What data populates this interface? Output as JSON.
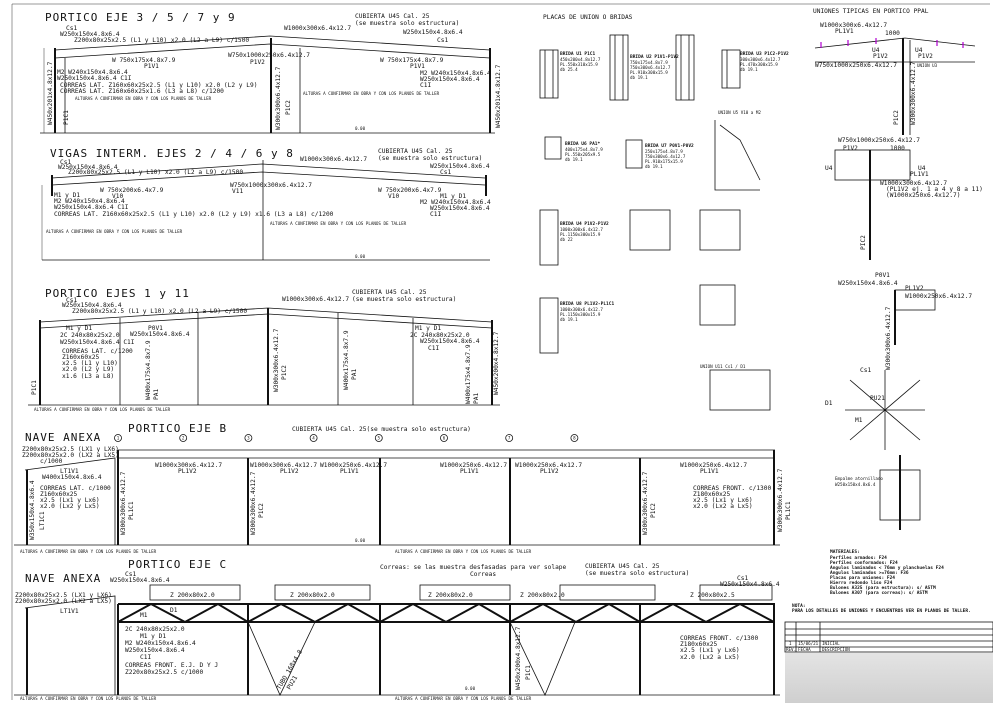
{
  "sheet": {
    "portico_3579": {
      "title": "PORTICO EJE 3 / 5 / 7 y 9",
      "cubierta": "CUBIERTA U45 Cal. 25",
      "cubierta_note": "(se muestra solo estructura)",
      "labels": [
        "Cs1",
        "W250x150x4.8x6.4",
        "Z200x80x25x2.5 (L1 y L10) x2.0 (L2 a L9) c/1500",
        "W1000x300x6.4x12.7",
        "W 750x175x4.8x7.9",
        "P1V1",
        "W750x1000x250x6.4x12.7",
        "P1V2",
        "W 750x175x4.8x7.9",
        "P1V1",
        "W250x150x4.8x6.4",
        "Cs1",
        "M2 W240x150x4.8x6.4",
        "W250x150x4.8x6.4 C1I",
        "CORREAS LAT. Z160x60x25x2.5 (L1 y L10) x2.0 (L2 y L9)",
        "CORREAS LAT. Z160x60x25x1.6 (L3 a L8) c/1200",
        "M2 W240x150x4.8x6.4",
        "W250x150x4.8x6.4",
        "C1I",
        "W450x201x4.8x12.7",
        "P1C1",
        "W300x300x6.4x12.7",
        "P1C2",
        "W450x201x4.8x12.7"
      ],
      "note": "ALTURAS A CONFIRMAR EN OBRA Y CON LOS PLANOS DE TALLER",
      "level": "0.00"
    },
    "vigas_interm": {
      "title": "VIGAS INTERM. EJES 2 / 4 / 6 y 8",
      "cubierta": "CUBIERTA U45 Cal. 25",
      "cubierta_note": "(se muestra solo estructura)",
      "labels": [
        "Cs1",
        "W250x150x4.8x6.4",
        "Z200x80x25x2.5 (L1 y L10) x2.0 (L2 a L9) c/1500",
        "W1000x300x6.4x12.7",
        "W 750x200x6.4x7.9",
        "V10",
        "W750x1000x300x6.4x12.7",
        "V11",
        "W 750x200x6.4x7.9",
        "V10",
        "M1 y D1",
        "M2 W240x150x4.8x6.4",
        "W250x150x4.8x6.4 C1I",
        "CORREAS LAT. Z160x60x25x2.5 (L1 y L10) x2.0 (L2 y L9) x1.6 (L3 a L8) c/1200",
        "W250x150x4.8x6.4",
        "Cs1",
        "M1 y D1",
        "M2 W240x150x4.8x6.4",
        "W250x150x4.8x6.4",
        "C1I"
      ],
      "note": "ALTURAS A CONFIRMAR EN OBRA Y CON LOS PLANOS DE TALLER",
      "level": "0.00"
    },
    "portico_1_11": {
      "title": "PORTICO EJES 1 y 11",
      "cubierta": "CUBIERTA U45 Cal. 25",
      "cubierta_note": "(se muestra solo estructura)",
      "labels": [
        "Cs1",
        "W250x150x4.8x6.4",
        "Z200x80x25x2.5 (L1 y L10) x2.0 (L2 a L9) c/1500",
        "W1000x300x6.4x12.7",
        "M1 y D1",
        "2C 240x80x25x2.0",
        "W250x150x4.8x6.4 C1I",
        "CORREAS LAT. c/1200",
        "Z160x60x25",
        "x2.5 (L1 y L10)",
        "x2.0 (L2 y L9)",
        "x1.6 (L3 a L8)",
        "P0V1",
        "W250x150x4.8x6.4",
        "W400x175x4.8x7.9",
        "PA1",
        "W300x300x6.4x12.7",
        "P1C2",
        "W400x175x4.8x7.9",
        "PA1",
        "M1 y D1",
        "2C 240x80x25x2.0",
        "W250x150x4.8x6.4",
        "C1I",
        "W400x175x4.8x7.9",
        "PA1",
        "W450x200x4.8x12.7",
        "P1C1"
      ],
      "note": "ALTURAS A CONFIRMAR EN OBRA Y CON LOS PLANOS DE TALLER"
    },
    "portico_b": {
      "annex_title": "NAVE ANEXA",
      "title": "PORTICO EJE B",
      "cubierta": "CUBIERTA U45 Cal. 25(se muestra solo estructura)",
      "axes": [
        "1",
        "2",
        "3",
        "4",
        "5",
        "6",
        "7",
        "8"
      ],
      "labels": [
        "Z200x80x25x2.5 (LX1 y LX6)",
        "Z200x80x25x2.0 (LX2 a LX5)",
        "c/1000",
        "LT1V1",
        "W400x150x4.8x6.4",
        "CORREAS LAT. c/1000",
        "Z160x60x25",
        "x2.5 (Lx1 y Lx6)",
        "x2.0 (Lx2 y Lx5)",
        "W350x150x4.8x6.4",
        "LT1C1",
        "W1000x300x6.4x12.7",
        "PL1V2",
        "W1000x300x6.4x12.7",
        "PL1V2",
        "W1000x250x6.4x12.7",
        "PL1V1",
        "W1000x250x6.4x12.7",
        "PL1V1",
        "W1000x250x6.4x12.7",
        "PL1V2",
        "W1000x250x6.4x12.7",
        "PL1V1",
        "CORREAS FRONT. c/1300",
        "Z180x60x25",
        "x2.5 (Lx1 y Lx6)",
        "x2.0 (Lx2 a Lx5)",
        "W300x300x6.4x12.7",
        "PL1C1",
        "W300x300x6.4x12.7",
        "P1C2",
        "W300x300x6.4x12.7",
        "P1C2",
        "W300x300x6.4x12.7",
        "PL1C1"
      ],
      "note": "ALTURAS A CONFIRMAR EN OBRA Y CON LOS PLANOS DE TALLER",
      "level": "0.00"
    },
    "portico_c": {
      "annex_title": "NAVE ANEXA",
      "title": "PORTICO EJE C",
      "correas_note": "Correas: se las muestra desfasadas para ver solape",
      "correas": "Correas",
      "cubierta": "CUBIERTA U45 Cal. 25",
      "cubierta_note": "(se muestra solo estructura)",
      "labels": [
        "Cs1",
        "W250x150x4.8x6.4",
        "Z200x80x25x2.5 (LX1 y LX6)",
        "Z200x80x25x2.0 (LX2 a LX5)",
        "LT1V1",
        "Z 200x80x2.0",
        "Z 200x80x2.0",
        "Z 200x80x2.0",
        "Z 200x80x2.0",
        "Z 200x80x2.5",
        "Cs1",
        "W250x150x4.8x6.4",
        "M1",
        "D1",
        "2C 240x80x25x2.0",
        "M1 y D1",
        "M2 W240x150x4.8x6.4",
        "W250x150x4.8x6.4",
        "C1I",
        "TUBO 168x4.8",
        "PU21",
        "CORREAS FRONT. E.J. D Y J",
        "Z220x80x25x2.5 c/1000",
        "CORREAS FRONT. c/1300",
        "Z180x60x25",
        "x2.5 (Lx1 y Lx6)",
        "x2.0 (Lx2 a Lx5)",
        "W450x200x4.8x12.7",
        "P1C1"
      ],
      "note": "ALTURAS A CONFIRMAR EN OBRA Y CON LOS PLANOS DE TALLER",
      "level": "0.00"
    },
    "placas": {
      "title": "PLACAS DE UNION O BRIDAS",
      "details": [
        {
          "name": "BRIDA U1  P1C1",
          "lines": [
            "450x200x4.8x12.7",
            "PL.550x310x15.9",
            "db 25.4"
          ]
        },
        {
          "name": "BRIDA U2  P1V1-P1V2",
          "lines": [
            "750x175x4.8x7.9",
            "750x300x6.4x12.7",
            "PL.910x300x15.9",
            "db 19.1"
          ]
        },
        {
          "name": "BRIDA U3  P1C2-P1V2",
          "lines": [
            "300x300x6.4x12.7",
            "PL.470x300x15.9",
            "db 19.1"
          ]
        },
        {
          "name": "BRIDA U6  PA1*",
          "lines": [
            "400x175x4.8x7.9",
            "PL.550x205x9.5",
            "db 19.1"
          ]
        },
        {
          "name": "BRIDA U7  P0V1-P0V2",
          "lines": [
            "250x175x4.8x7.9",
            "750x300x6.4x12.7",
            "PL.910x175x15.9",
            "db 19.1"
          ]
        },
        {
          "name": "BRIDA U4  P1V2-P1V2",
          "lines": [
            "1000x300x6.4x12.7",
            "PL.1150x300x15.9",
            "db 22"
          ]
        },
        {
          "name": "BRIDA U8  PL1V2-PL1C1",
          "lines": [
            "1000x300x6.4x12.7",
            "PL.1150x300x15.9",
            "db 19.1"
          ]
        }
      ],
      "union_u5": "UNION U5 V10 a M2",
      "union_u11": "UNION U11 Cs1 / D1"
    },
    "uniones": {
      "title": "UNIONES TIPICAS EN PORTICO PPAL",
      "labels": [
        "W1000x300x6.4x12.7",
        "PL1V1",
        "1000",
        "P1V2",
        "P1V2",
        "U4",
        "U4",
        "W750x1000x250x6.4x12.7",
        "UNION U3",
        "P1C2",
        "W300x300x6.4x12.7",
        "W750x1000x250x6.4x12.7",
        "P1V2",
        "1000",
        "U4",
        "U4",
        "PL1V1",
        "W1000x300x6.4x12.7",
        "(PL1V2 ej. 1 a 4 y 8 a 11)",
        "(W1000x250x6.4x12.7)",
        "PIC2",
        "P0V1",
        "W250x150x4.8x6.4",
        "PL1V2",
        "W1000x250x6.4x12.7",
        "W300x300x6.4x12.7",
        "Cs1",
        "D1",
        "M1",
        "Empalme atornillado",
        "W250x150x4.8x6.4",
        "PU21"
      ]
    },
    "materiales": {
      "title": "MATERIALES:",
      "lines": [
        "Perfiles armados:  F24",
        "Perfiles conformados:   F24",
        "Angulos laminados < 76mm y planchuelas F24",
        "Angulos laminados >=76mm: F36",
        "Placas para uniones:   F24",
        "Hierro redondo liso F24",
        "Bulones A325 (para estructura):   s/ ASTM",
        "Bulones A307 (para correas):  s/ ASTM"
      ],
      "nota_title": "NOTA:",
      "nota": "PARA LOS DETALLES DE UNIONES Y ENCUENTROS VER EN PLANOS DE TALLER."
    },
    "title_block": {
      "rev": "1",
      "date": "15/06/21",
      "desc": "INICIAL",
      "headers": [
        "REV.",
        "FECHA",
        "DESCRIPCION"
      ]
    },
    "colors": {
      "ink": "#111111",
      "accent": "#b000d0",
      "background": "#ffffff"
    }
  }
}
